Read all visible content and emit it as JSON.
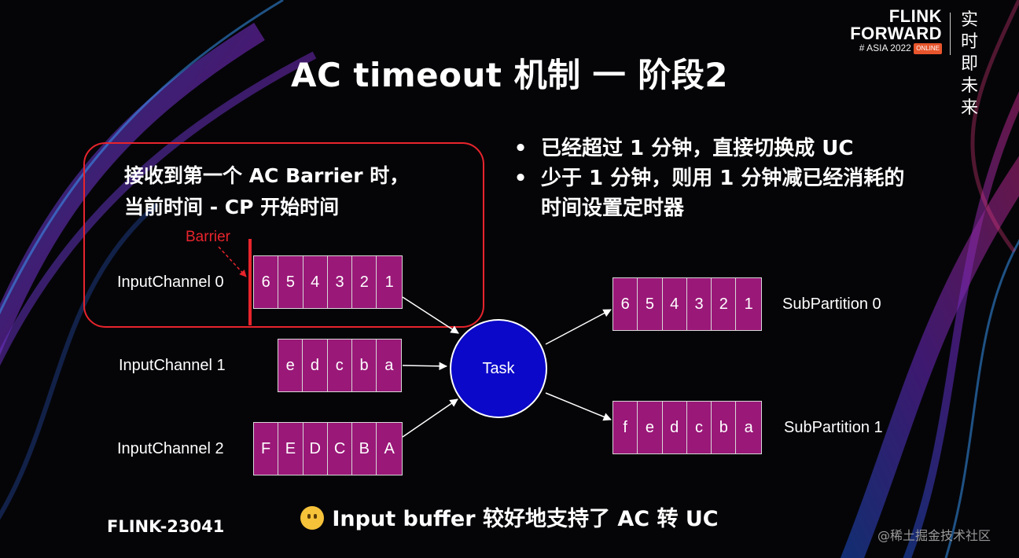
{
  "title": "AC timeout 机制 一 阶段2",
  "callout": {
    "line1": "接收到第一个 AC Barrier 时，",
    "line2": "当前时间 - CP 开始时间"
  },
  "bullets": [
    {
      "marker": "•",
      "lines": [
        "已经超过 1 分钟，直接切换成 UC"
      ]
    },
    {
      "marker": "•",
      "lines": [
        "少于 1 分钟，则用 1 分钟减已经消耗的",
        "时间设置定时器"
      ]
    }
  ],
  "barrier_label": "Barrier",
  "input_channels": [
    {
      "label": "InputChannel 0",
      "cells": [
        "6",
        "5",
        "4",
        "3",
        "2",
        "1"
      ]
    },
    {
      "label": "InputChannel 1",
      "cells": [
        "e",
        "d",
        "c",
        "b",
        "a"
      ]
    },
    {
      "label": "InputChannel 2",
      "cells": [
        "F",
        "E",
        "D",
        "C",
        "B",
        "A"
      ]
    }
  ],
  "task_label": "Task",
  "sub_partitions": [
    {
      "label": "SubPartition 0",
      "cells": [
        "6",
        "5",
        "4",
        "3",
        "2",
        "1"
      ]
    },
    {
      "label": "SubPartition 1",
      "cells": [
        "f",
        "e",
        "d",
        "c",
        "b",
        "a"
      ]
    }
  ],
  "footer": {
    "issue_id": "FLINK-23041",
    "note": "Input buffer 较好地支持了 AC 转 UC",
    "note_icon": "slightly-smiling-face-icon"
  },
  "brand": {
    "line1": "FLINK",
    "line2": "FORWARD",
    "line3": "# ASIA 2022",
    "badge": "ONLINE",
    "cn_line1": "实时即",
    "cn_line2": "未来"
  },
  "watermark": "@稀土掘金技术社区",
  "colors": {
    "background": "#050508",
    "accent_red": "#e8242c",
    "cell_fill": "#9a1878",
    "task_fill": "#0b08c9"
  }
}
